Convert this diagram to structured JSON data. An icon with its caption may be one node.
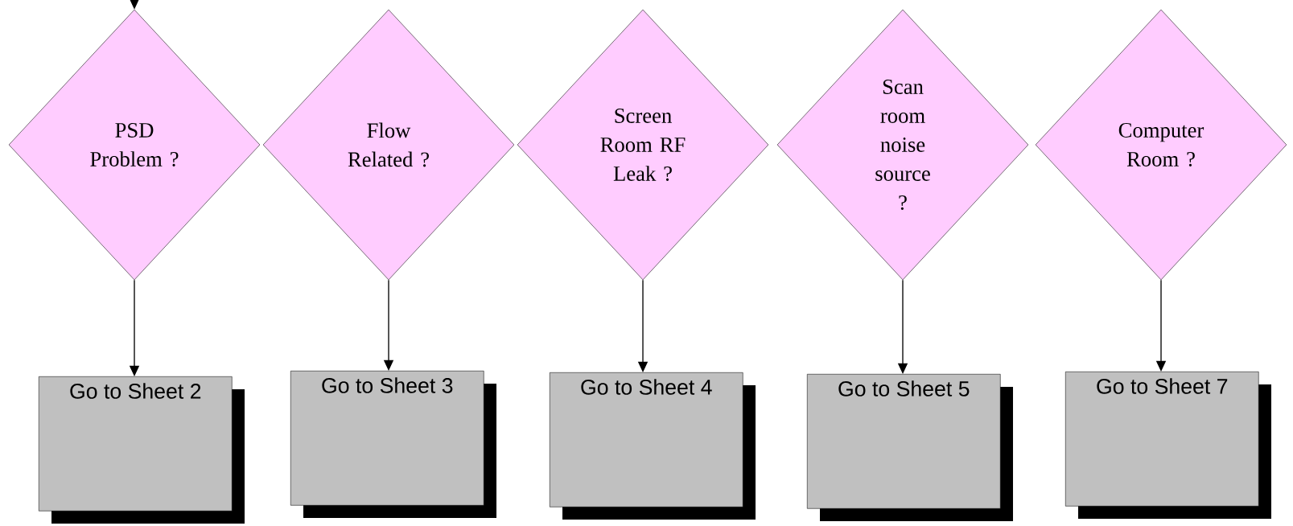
{
  "diagram": {
    "nodes": [
      {
        "text": [
          "PSD Problem ?"
        ]
      },
      {
        "text": [
          "Flow Related ?"
        ]
      },
      {
        "text": [
          "Screen Room RF Leak ?"
        ]
      },
      {
        "text": [
          "Scan room noise source ?"
        ]
      },
      {
        "text": [
          "Computer Room ?"
        ]
      },
      {
        "text": [
          "Go to Sheet 2"
        ]
      },
      {
        "text": [
          "Go to Sheet 3"
        ]
      },
      {
        "text": [
          "Go to Sheet 4"
        ]
      },
      {
        "text": [
          "Go to Sheet 5"
        ]
      },
      {
        "text": [
          "Go to Sheet 7"
        ]
      }
    ],
    "edges": [
      {
        "from": null,
        "to": 0,
        "arrow": "to"
      },
      {
        "from": 0,
        "to": 5,
        "arrow": "to"
      },
      {
        "from": 1,
        "to": 6,
        "arrow": "to"
      },
      {
        "from": 2,
        "to": 7,
        "arrow": "to"
      },
      {
        "from": 3,
        "to": 8,
        "arrow": "to"
      },
      {
        "from": 4,
        "to": 9,
        "arrow": "to"
      }
    ]
  }
}
